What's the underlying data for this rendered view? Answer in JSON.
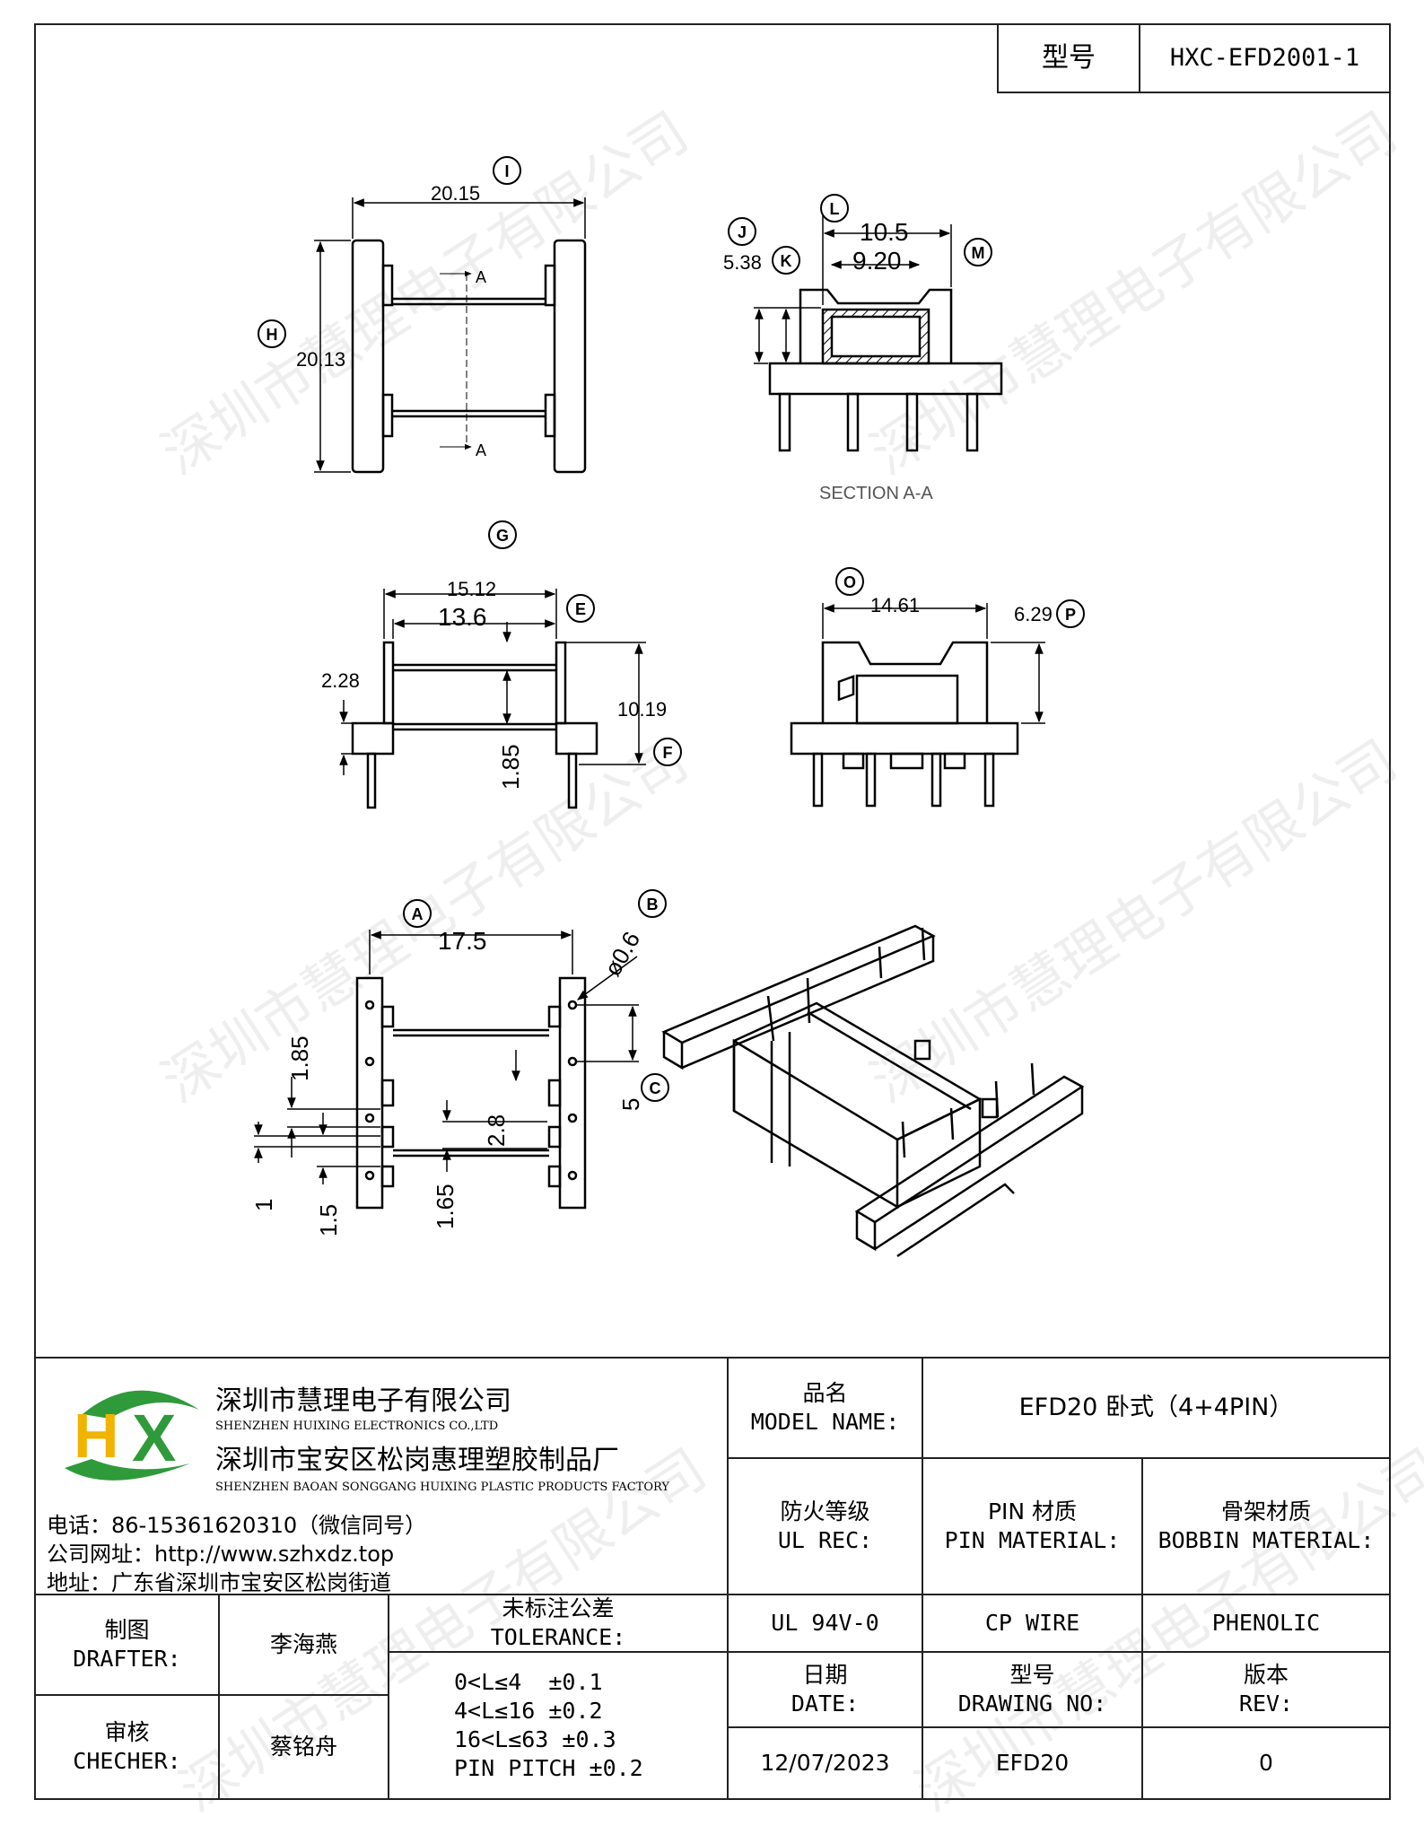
{
  "header": {
    "model_label": "型号",
    "model_value": "HXC-EFD2001-1"
  },
  "drawing": {
    "callouts": [
      "I",
      "H",
      "J",
      "K",
      "L",
      "M",
      "G",
      "E",
      "F",
      "O",
      "P",
      "A",
      "B",
      "C"
    ],
    "dims": {
      "I": "20.15",
      "H": "20.13",
      "J": "5.38",
      "L": "10.5",
      "M": "9.20",
      "G": "15.12",
      "E": "13.6",
      "side_left": "2.28",
      "side_mid": "1.85",
      "F": "10.19",
      "O": "14.61",
      "P": "6.29",
      "A": "17.5",
      "B": "ø0.6",
      "C": "5",
      "b_185": "1.85",
      "b_28": "2.8",
      "b_1": "1",
      "b_15": "1.5",
      "b_165": "1.65"
    },
    "section_marker": "A",
    "section_label": "SECTION A-A"
  },
  "watermark": "深圳市慧理电子有限公司",
  "company": {
    "name_cn": "深圳市慧理电子有限公司",
    "name_en": "SHENZHEN HUIXING ELECTRONICS CO.,LTD",
    "factory_cn": "深圳市宝安区松岗惠理塑胶制品厂",
    "factory_en": "SHENZHEN BAOAN SONGGANG HUIXING PLASTIC PRODUCTS FACTORY",
    "phone": "电话：86-15361620310（微信同号）",
    "website": "公司网址：http://www.szhxdz.top",
    "address": "地址：广东省深圳市宝安区松岗街道",
    "logo_text": "HX"
  },
  "title_block": {
    "model_name_cn": "品名",
    "model_name_en": "MODEL NAME:",
    "model_name_value": "EFD20 卧式（4+4PIN）",
    "ul_cn": "防火等级",
    "ul_en": "UL REC:",
    "pin_cn": "PIN 材质",
    "pin_en": "PIN MATERIAL:",
    "bobbin_cn": "骨架材质",
    "bobbin_en": "BOBBIN MATERIAL:",
    "ul_value": "UL 94V-0",
    "pin_value": "CP WIRE",
    "bobbin_value": "PHENOLIC",
    "date_cn": "日期",
    "date_en": "DATE:",
    "drawing_cn": "型号",
    "drawing_en": "DRAWING NO:",
    "rev_cn": "版本",
    "rev_en": "REV:",
    "date_value": "12/07/2023",
    "drawing_value": "EFD20",
    "rev_value": "0",
    "drafter_cn": "制图",
    "drafter_en": "DRAFTER:",
    "drafter_value": "李海燕",
    "checker_cn": "审核",
    "checker_en": "CHECHER:",
    "checker_value": "蔡铭舟",
    "tolerance_cn": "未标注公差",
    "tolerance_en": "TOLERANCE:",
    "tolerance_lines": [
      "0<L≤4  ±0.1",
      "4<L≤16 ±0.2",
      "16<L≤63 ±0.3",
      "PIN PITCH ±0.2"
    ]
  }
}
